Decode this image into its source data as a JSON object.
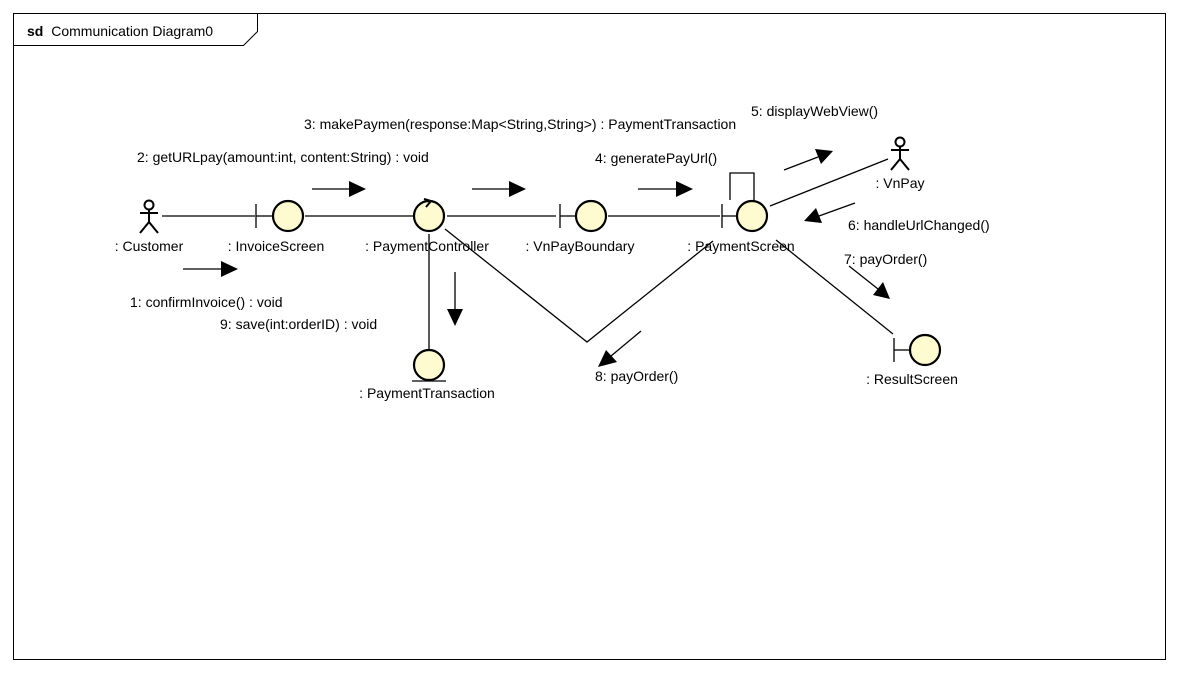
{
  "frame": {
    "keyword": "sd",
    "name": "Communication Diagram0"
  },
  "lifelines": {
    "customer": ": Customer",
    "invoice_screen": ": InvoiceScreen",
    "payment_controller": ": PaymentController",
    "vnpay_boundary": ": VnPayBoundary",
    "payment_screen": ": PaymentScreen",
    "vnpay": ": VnPay",
    "result_screen": ": ResultScreen",
    "payment_transaction": ": PaymentTransaction"
  },
  "messages": {
    "m1": "1: confirmInvoice() : void",
    "m2": "2: getURLpay(amount:int, content:String) : void",
    "m3": "3: makePaymen(response:Map<String,String>) : PaymentTransaction",
    "m4": "4: generatePayUrl()",
    "m5": "5: displayWebView()",
    "m6": "6: handleUrlChanged()",
    "m7": "7: payOrder()",
    "m8": "8: payOrder()",
    "m9": "9: save(int:orderID) : void"
  },
  "colors": {
    "object_fill": "#fffbd0",
    "line": "#000000",
    "frame_border": "#000000"
  },
  "icons": {
    "actor": "stick-figure-icon",
    "boundary": "boundary-icon",
    "control": "control-icon",
    "entity": "entity-icon",
    "message_arrow": "filled-triangle-arrow-icon"
  }
}
